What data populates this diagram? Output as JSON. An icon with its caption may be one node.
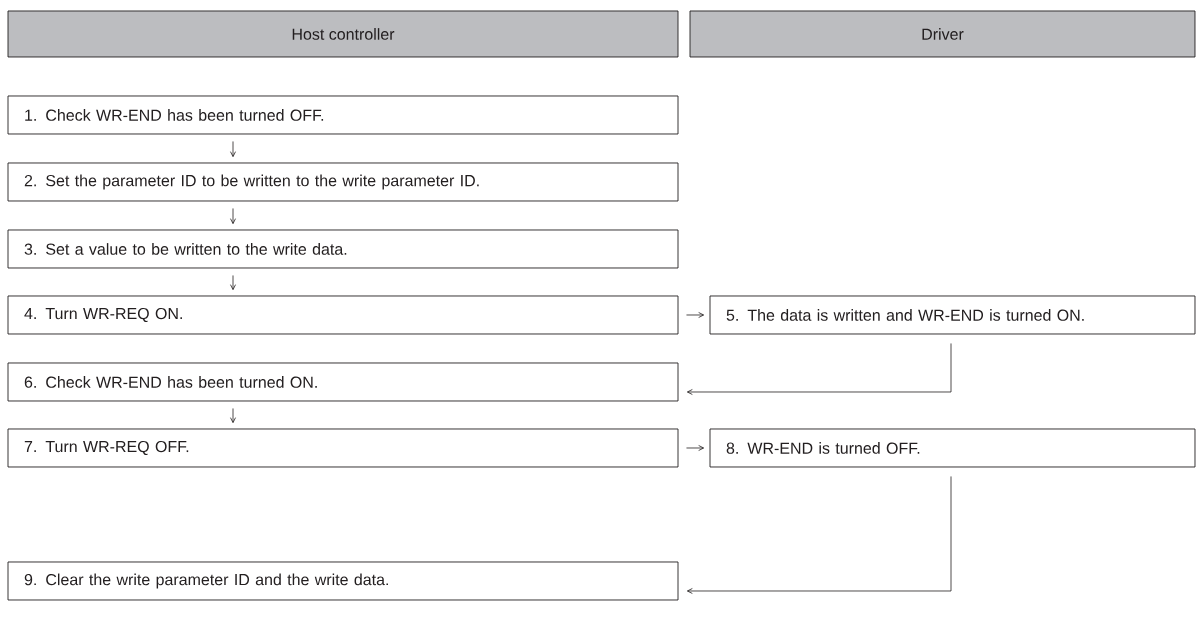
{
  "diagram": {
    "nodes": [
      {
        "text": [
          "Host controller"
        ]
      },
      {
        "text": [
          "Driver"
        ]
      },
      {
        "text": [
          "1. Check WR-END has been turned OFF."
        ]
      },
      {
        "text": [
          "2. Set the parameter ID to be written to the write parameter ID."
        ]
      },
      {
        "text": [
          "3. Set a value to be written to the write data."
        ]
      },
      {
        "text": [
          "4. Turn WR-REQ ON."
        ]
      },
      {
        "text": [
          "5. The data is written and WR-END is turned ON."
        ]
      },
      {
        "text": [
          "6. Check WR-END has been turned ON."
        ]
      },
      {
        "text": [
          "7. Turn WR-REQ OFF."
        ]
      },
      {
        "text": [
          "8. WR-END is turned OFF."
        ]
      },
      {
        "text": [
          "9. Clear the write parameter ID and the write data."
        ]
      }
    ],
    "edges": [
      {
        "from": 2,
        "to": 3,
        "arrow": "to"
      },
      {
        "from": 3,
        "to": 4,
        "arrow": "to"
      },
      {
        "from": 4,
        "to": 5,
        "arrow": "to"
      },
      {
        "from": 5,
        "to": 6,
        "arrow": "to"
      },
      {
        "from": 6,
        "to": 7,
        "arrow": "to"
      },
      {
        "from": 7,
        "to": 8,
        "arrow": "to"
      },
      {
        "from": 8,
        "to": 9,
        "arrow": "to"
      },
      {
        "from": 9,
        "to": 10,
        "arrow": "to"
      }
    ]
  }
}
